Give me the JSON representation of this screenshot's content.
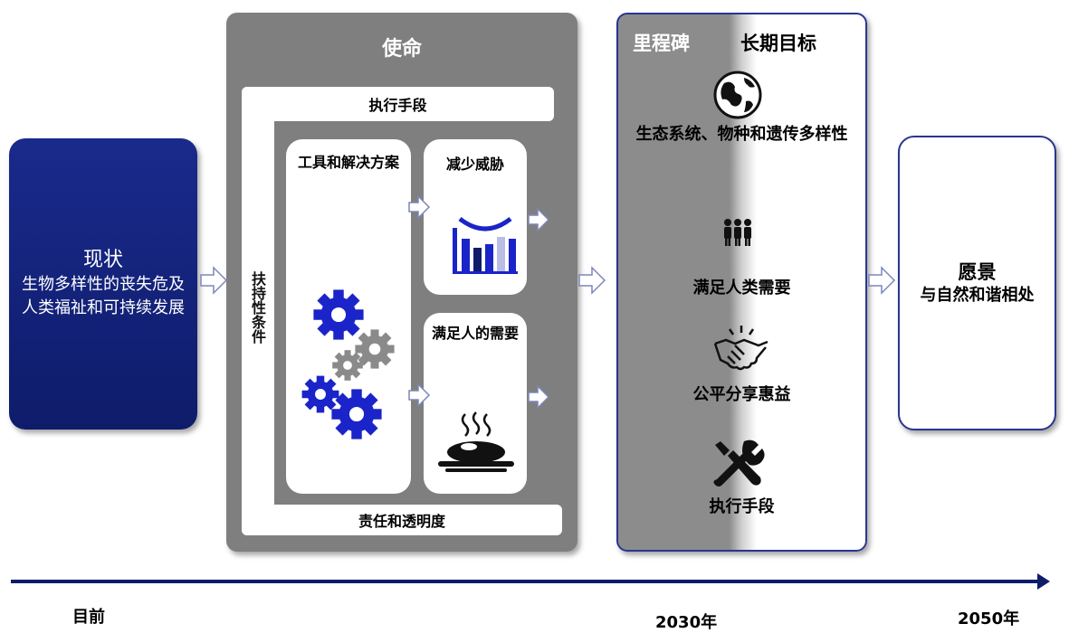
{
  "current_state": {
    "title": "现状",
    "body": "生物多样性的丧失危及人类福祉和可持续发展"
  },
  "mission": {
    "title": "使命",
    "means_of_implementation": "执行手段",
    "enabling_conditions": "扶持性条件",
    "responsibility": "责任和透明度",
    "tools": "工具和解决方案",
    "reduce_threats": "减少威胁",
    "meet_needs": "满足人的需要"
  },
  "goals": {
    "milestone_label": "里程碑",
    "longterm_label": "长期目标",
    "items": [
      {
        "label": "生态系统、物种和遗传多样性",
        "icon": "globe-icon"
      },
      {
        "label": "满足人类需要",
        "icon": "people-icon"
      },
      {
        "label": "公平分享惠益",
        "icon": "handshake-icon"
      },
      {
        "label": "执行手段",
        "icon": "tools-icon"
      }
    ]
  },
  "vision": {
    "title": "愿景",
    "body": "与自然和谐相处"
  },
  "timeline": {
    "now": "目前",
    "milestone_year": "2030年",
    "vision_year": "2050年"
  },
  "colors": {
    "navy": "#0e1c6a",
    "mission_gray": "#7f7f7f",
    "gear_blue": "#1a24c8",
    "gear_gray": "#8a8a8a"
  }
}
